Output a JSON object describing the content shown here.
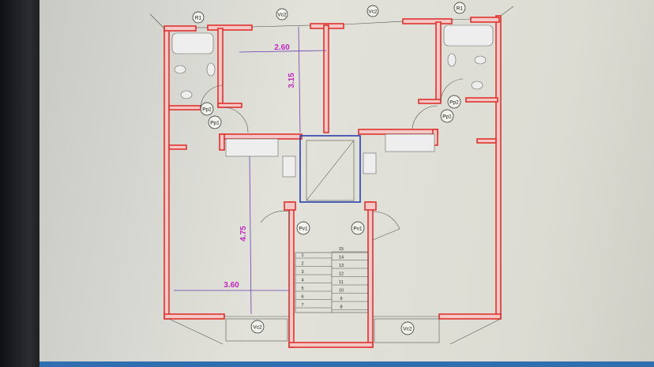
{
  "plan": {
    "window_tags": {
      "r1_left": "R1",
      "r1_right": "R1",
      "vc2_top_left": "Vc2",
      "vc2_top_right": "Vc2",
      "vc2_bottom_left": "Vc2",
      "vc2_bottom_right": "Vc2"
    },
    "door_tags": {
      "pp2_left": "Pp2",
      "pp1_left": "Pp1",
      "pp2_right": "Pp2",
      "pp1_right": "Pp1",
      "pv1_left": "Pv1",
      "pv1_right": "Pv1"
    },
    "dimensions": {
      "room_width": "2.60",
      "room_depth": "3.15",
      "living_depth": "4.75",
      "living_width": "3.60"
    },
    "stairs": {
      "left_steps": [
        "1",
        "2",
        "3",
        "4",
        "5",
        "6",
        "7"
      ],
      "right_steps": [
        "15",
        "14",
        "13",
        "12",
        "11",
        "10",
        "9",
        "8"
      ]
    },
    "colors": {
      "walls": "#e0322e",
      "dimensions": "#c02ac0",
      "stair_core": "#2a3fb0"
    }
  }
}
